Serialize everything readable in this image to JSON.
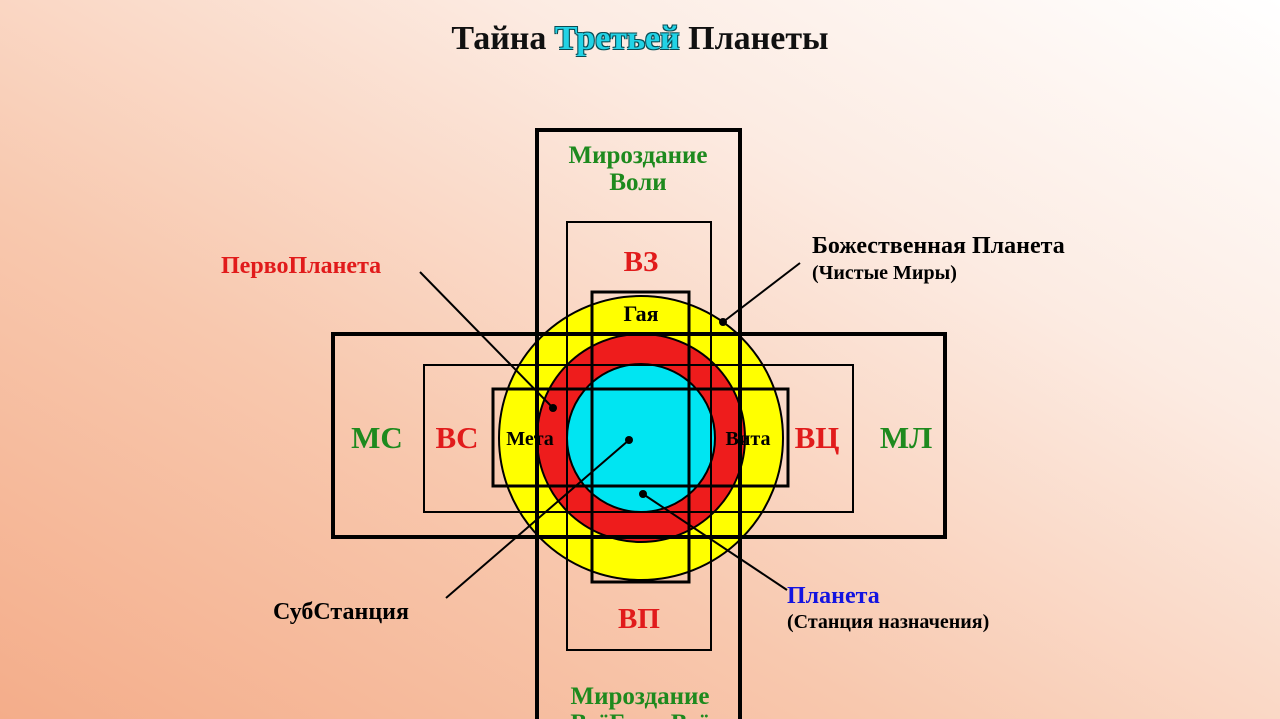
{
  "title": {
    "part1": "Тайна",
    "part2": "Третьей",
    "part3": "Планеты"
  },
  "diagram": {
    "top_block": [
      "Мироздание",
      "Воли"
    ],
    "bottom_block": [
      "Мироздание",
      "ВсёБытьВсё"
    ],
    "inner_top": "ВЗ",
    "inner_bottom": "ВП",
    "inner_left": "ВС",
    "inner_right": "ВЦ",
    "outer_left": "МС",
    "outer_right": "МЛ",
    "ring_top": "Гая",
    "ring_left": "Мета",
    "ring_right": "Вита",
    "callouts": {
      "pervoplaneta": "ПервоПланета",
      "divine_planet": "Божественная Планета",
      "divine_planet_sub": "(Чистые Миры)",
      "substation": "СубСтанция",
      "planet": "Планета",
      "planet_sub": "(Станция назначения)"
    }
  },
  "colors": {
    "yellow": "#ffff00",
    "red": "#ee1c1c",
    "cyan": "#00e5f2",
    "green_text": "#1e8a1e",
    "red_text": "#e11b1b",
    "blue_text": "#1414e0"
  }
}
